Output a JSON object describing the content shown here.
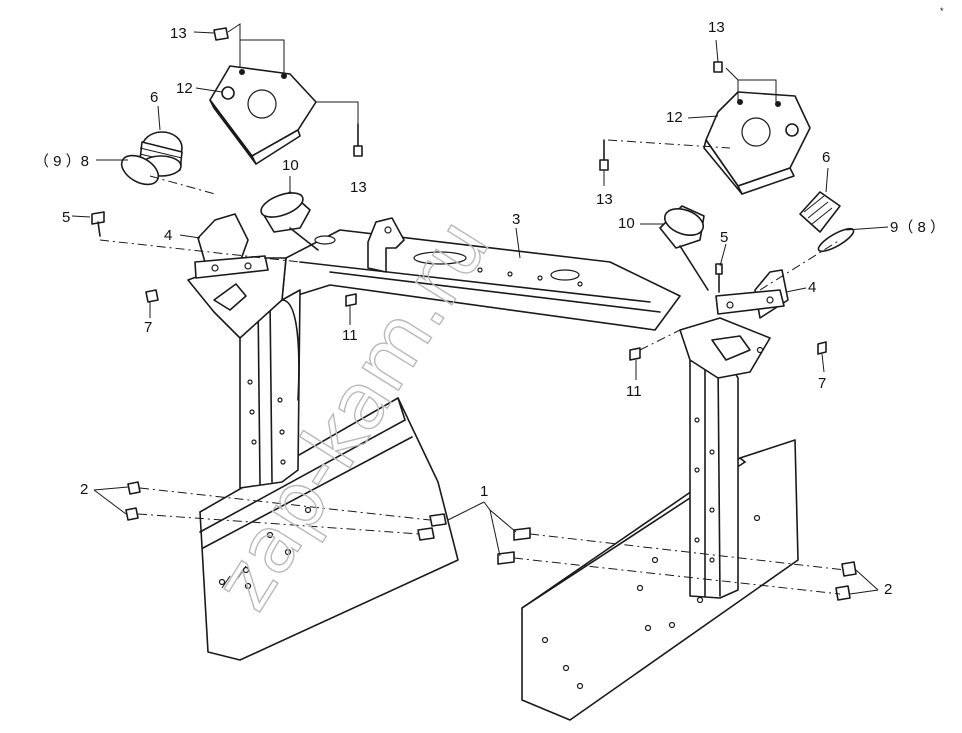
{
  "watermark": "zap-kam.ru",
  "corner_mark": "*",
  "callouts": {
    "c1": "1",
    "c2_left": "2",
    "c2_right": "2",
    "c3": "3",
    "c4_left": "4",
    "c4_right": "4",
    "c5_left": "5",
    "c5_right": "5",
    "c6_left": "6",
    "c6_right": "6",
    "c7_left": "7",
    "c7_right": "7",
    "c8_left": "（ 9 ）8",
    "c9_right": "9（ 8 ）",
    "c10_left": "10",
    "c10_right": "10",
    "c11_left": "11",
    "c11_right": "11",
    "c12_left": "12",
    "c12_right": "12",
    "c13_left_top": "13",
    "c13_left_bottom": "13",
    "c13_right_top": "13",
    "c13_right_bottom": "13"
  }
}
